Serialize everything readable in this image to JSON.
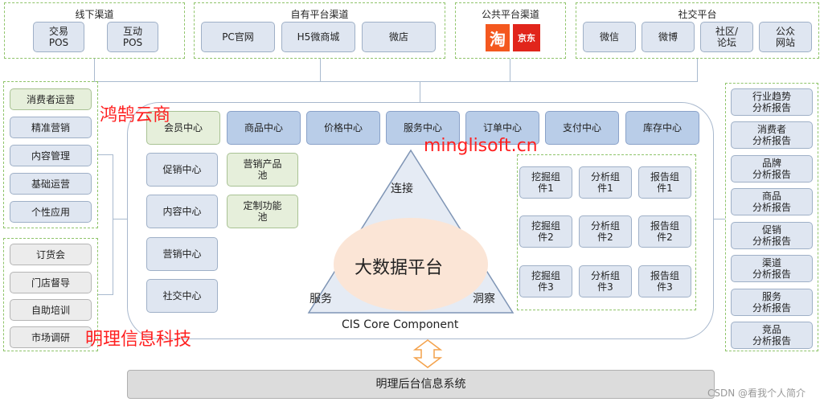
{
  "channels": {
    "offline": {
      "title": "线下渠道",
      "items": [
        "交易\nPOS",
        "互动\nPOS"
      ]
    },
    "own": {
      "title": "自有平台渠道",
      "items": [
        "PC官网",
        "H5微商城",
        "微店"
      ]
    },
    "public": {
      "title": "公共平台渠道",
      "logos": [
        "淘",
        "京东"
      ]
    },
    "social": {
      "title": "社交平台",
      "items": [
        "微信",
        "微博",
        "社区/\n论坛",
        "公众\n网站"
      ]
    }
  },
  "left_top": [
    "消费者运营",
    "精准营销",
    "内容管理",
    "基础运营",
    "个性应用"
  ],
  "left_bottom": [
    "订货会",
    "门店督导",
    "自助培训",
    "市场调研"
  ],
  "core_top_row": [
    "会员中心",
    "商品中心",
    "价格中心",
    "服务中心",
    "订单中心",
    "支付中心",
    "库存中心"
  ],
  "core_left_col": [
    "促销中心",
    "内容中心",
    "营销中心",
    "社交中心"
  ],
  "core_pools": [
    "营销产品\n池",
    "定制功能\n池"
  ],
  "components": [
    [
      "挖掘组\n件1",
      "分析组\n件1",
      "报告组\n件1"
    ],
    [
      "挖掘组\n件2",
      "分析组\n件2",
      "报告组\n件2"
    ],
    [
      "挖掘组\n件3",
      "分析组\n件3",
      "报告组\n件3"
    ]
  ],
  "triangle": {
    "center": "大数据平台",
    "top": "连接",
    "left": "服务",
    "right": "洞察"
  },
  "core_label": "CIS Core Component",
  "reports": [
    "行业趋势\n分析报告",
    "消费者\n分析报告",
    "品牌\n分析报告",
    "商品\n分析报告",
    "促销\n分析报告",
    "渠道\n分析报告",
    "服务\n分析报告",
    "竞品\n分析报告"
  ],
  "backend": "明理后台信息系统",
  "watermarks": {
    "brand1": "鸿鹄云商",
    "site": "minglisoft.cn",
    "brand2": "明理信息科技",
    "csdn": "CSDN @看我个人简介"
  },
  "colors": {
    "accent_red": "#ff2020",
    "dark_blue": "#b9cde8",
    "light_blue": "#dfe6f1",
    "green": "#e6efdb"
  }
}
